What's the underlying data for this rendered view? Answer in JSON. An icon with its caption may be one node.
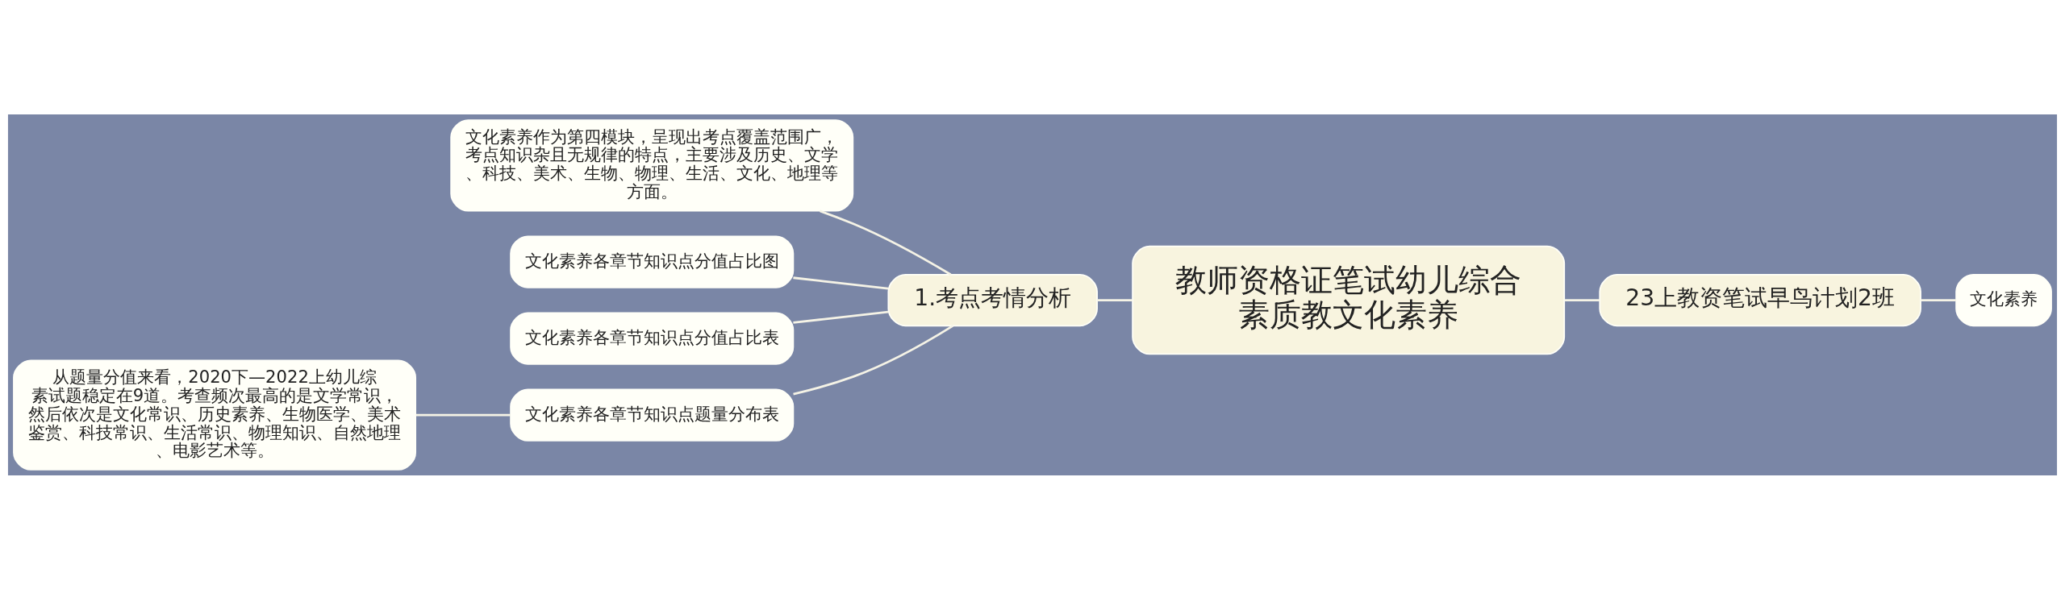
{
  "diagram": {
    "nodes": [
      {
        "text": [
          "教师资格证笔试幼儿综合素质教文化素养"
        ]
      },
      {
        "text": [
          "1.考点考情分析"
        ]
      },
      {
        "text": [
          "文化素养作为第四模块，呈现出考点覆盖范围广，考点知识杂且无规律的特点，主要涉及历史、文学、科技、美术、生物、物理、生活、文化、地理等方面。"
        ]
      },
      {
        "text": [
          "文化素养各章节知识点分值占比图"
        ]
      },
      {
        "text": [
          "文化素养各章节知识点分值占比表"
        ]
      },
      {
        "text": [
          "文化素养各章节知识点题量分布表"
        ]
      },
      {
        "text": [
          "从题量分值来看，2020下—2022上幼儿综素试题稳定在9道。考查频次最高的是文学常识，然后依次是文化常识、历史素养、生物医学、美术鉴赏、科技常识、生活常识、物理知识、自然地理、电影艺术等。"
        ]
      },
      {
        "text": [
          "23上教资笔试早鸟计划2班"
        ]
      },
      {
        "text": [
          "文化素养"
        ]
      }
    ],
    "edges": [
      {
        "from": 0,
        "to": 1,
        "arrow": "none"
      },
      {
        "from": 1,
        "to": 2,
        "arrow": "none"
      },
      {
        "from": 1,
        "to": 3,
        "arrow": "none"
      },
      {
        "from": 1,
        "to": 4,
        "arrow": "none"
      },
      {
        "from": 1,
        "to": 5,
        "arrow": "none"
      },
      {
        "from": 5,
        "to": 6,
        "arrow": "none"
      },
      {
        "from": 0,
        "to": 7,
        "arrow": "none"
      },
      {
        "from": 7,
        "to": 8,
        "arrow": "none"
      }
    ]
  }
}
